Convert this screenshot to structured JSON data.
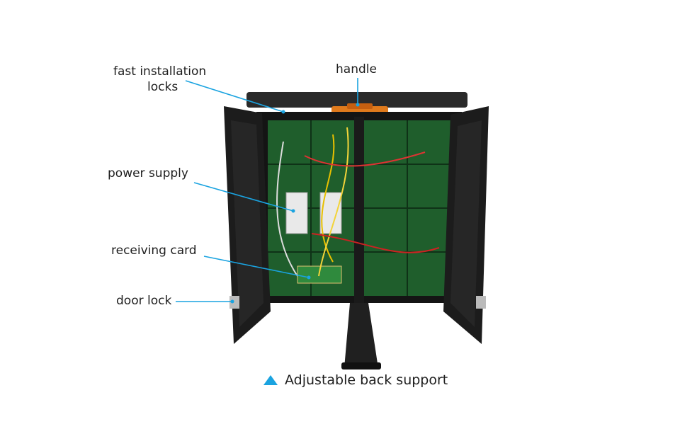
{
  "labels": {
    "fast_installation_locks_line1": "fast installation",
    "fast_installation_locks_line2": "locks",
    "handle": "handle",
    "power_supply": "power supply",
    "receiving_card": "receiving card",
    "door_lock": "door lock"
  },
  "caption": "Adjustable back support",
  "colors": {
    "callout_line": "#1aa3e0",
    "cabinet": "#1c1c1c",
    "led_module": "#1f5e2c",
    "handle": "#e07a1c"
  }
}
